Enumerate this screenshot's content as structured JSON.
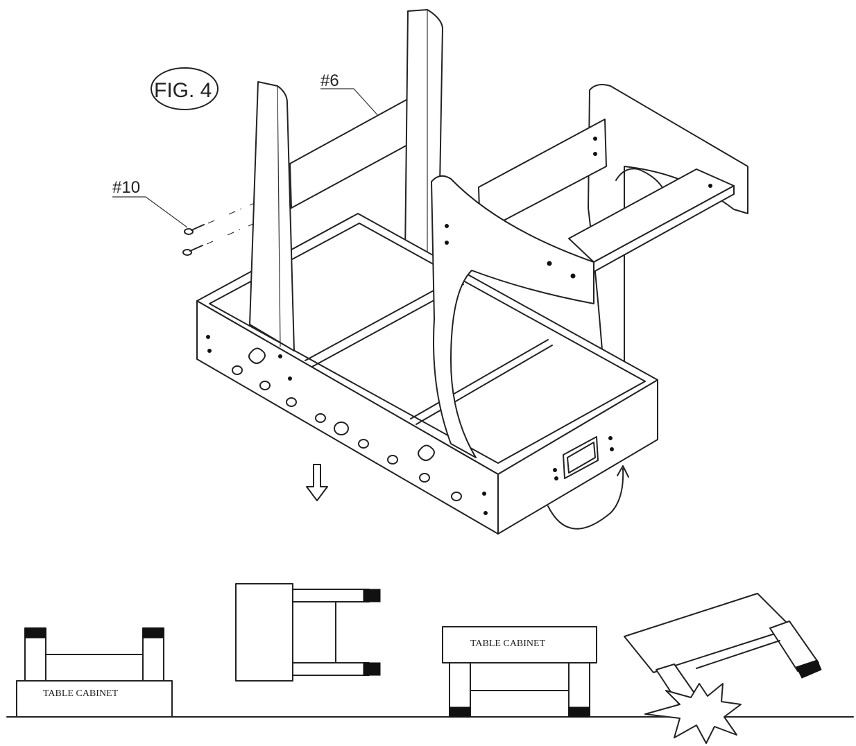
{
  "figure": {
    "label": "FIG. 4",
    "parts": [
      {
        "id": "part-6",
        "label": "#6"
      },
      {
        "id": "part-10",
        "label": "#10"
      }
    ]
  },
  "steps": [
    {
      "id": "step-1",
      "cabinet_label": "TABLE CABINET"
    },
    {
      "id": "step-2",
      "cabinet_label": ""
    },
    {
      "id": "step-3",
      "cabinet_label": "TABLE CABINET"
    },
    {
      "id": "step-4",
      "cabinet_label": ""
    }
  ]
}
